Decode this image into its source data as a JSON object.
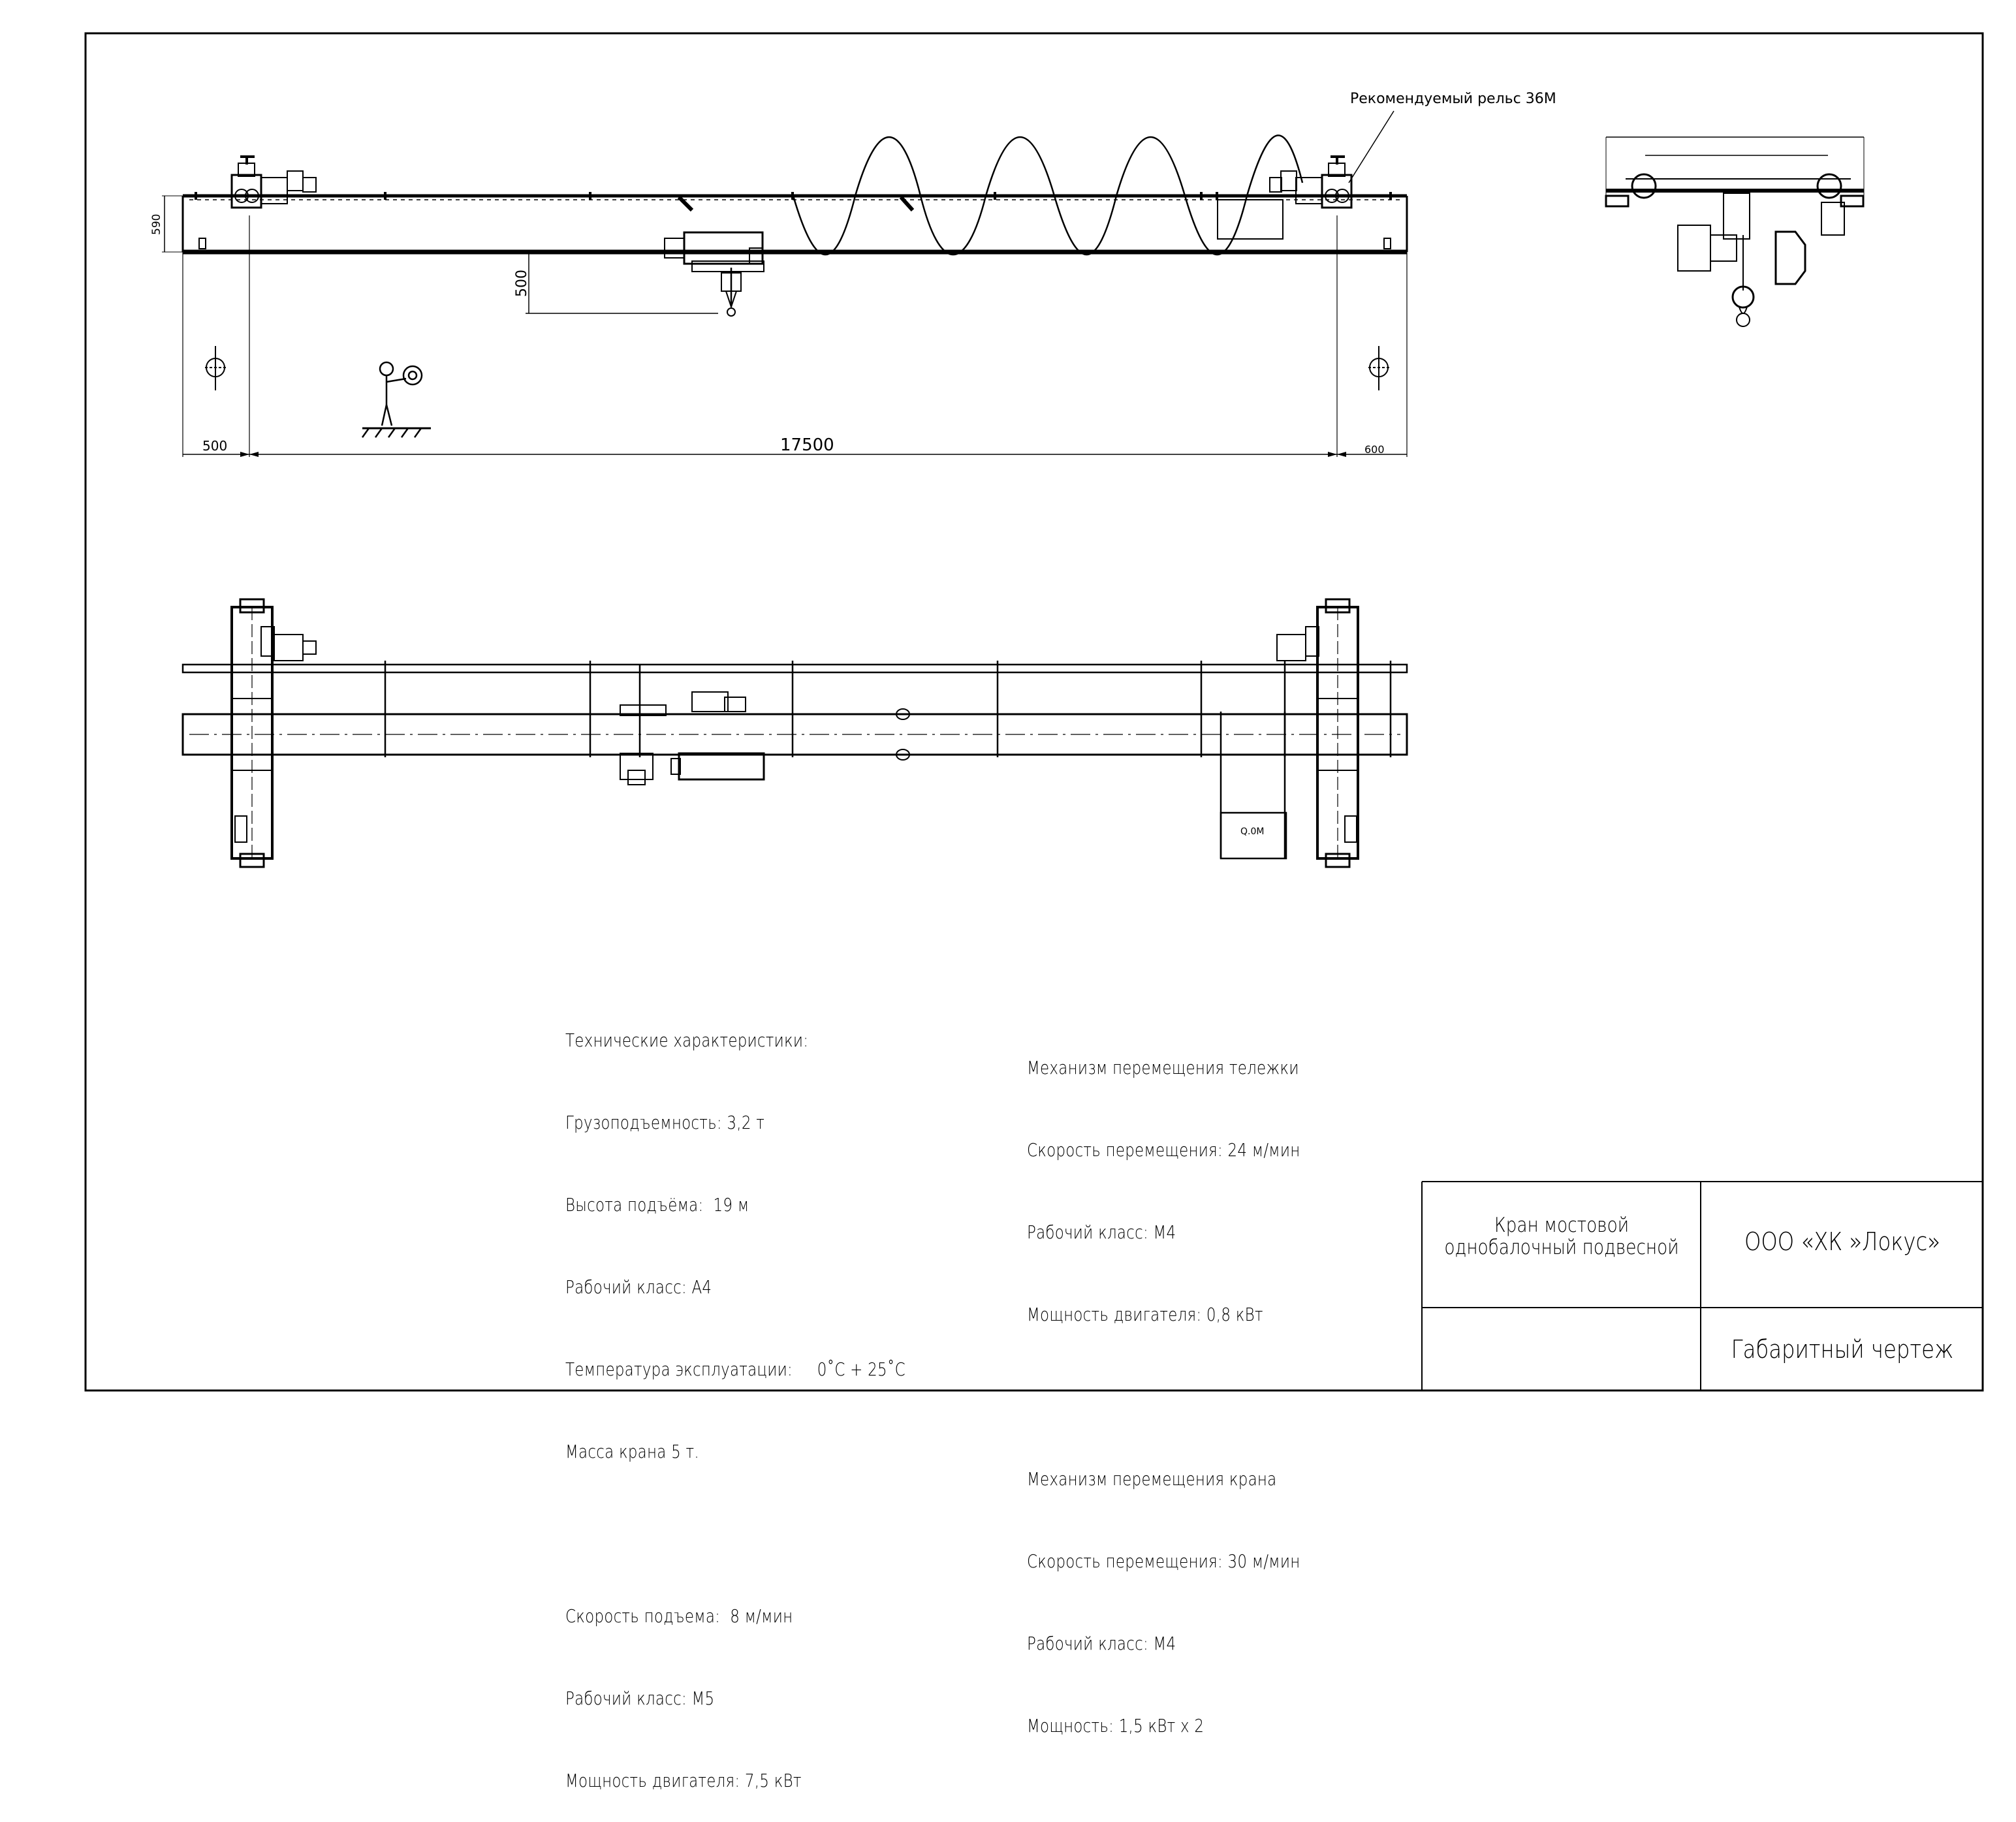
{
  "drawing": {
    "annotations": {
      "rail_label": "Рекомендуемый рельс 36М",
      "height_dim": "590",
      "hook_dim": "500",
      "left_end_dim": "500",
      "span_dim": "17500",
      "right_end_dim": "600",
      "marker_text": "Q.0M"
    }
  },
  "specs": {
    "left": [
      "Технические характеристики:",
      "Грузоподъемность: 3,2 т",
      "Высота подъёма:  19 м",
      "Рабочий класс: А4",
      "Температура эксплуатации:     0˚С + 25˚С",
      "Масса крана 5 т.",
      "",
      "Скорость подъема:  8 м/мин",
      "Рабочий класс: М5",
      "Мощность двигателя: 7,5 кВт"
    ],
    "right": [
      "Механизм перемещения тележки",
      "Скорость перемещения: 24 м/мин",
      "Рабочий класс: М4",
      "Мощность двигателя: 0,8 кВт",
      "",
      "Механизм перемещения крана",
      "Скорость перемещения: 30 м/мин",
      "Рабочий класс: М4",
      "Мощность: 1,5 кВт х 2"
    ]
  },
  "title_block": {
    "product_line1": "Кран мостовой",
    "product_line2": "однобалочный подвесной",
    "company": "ООО «ХК »Локус»",
    "doc_type": "Габаритный чертеж"
  }
}
